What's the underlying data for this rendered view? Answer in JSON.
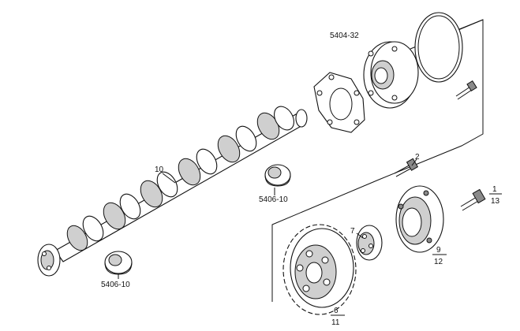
{
  "labels": {
    "camshaft": "10",
    "bearing_upper": "5406-10",
    "bearing_lower": "5406-10",
    "housing": "5404-32",
    "bolt_small": "2",
    "bolt_large_top": "1",
    "bolt_large_bottom": "13",
    "hub": "7",
    "gear_top": "6",
    "gear_bottom": "11",
    "plate_top": "9",
    "plate_bottom": "12"
  }
}
